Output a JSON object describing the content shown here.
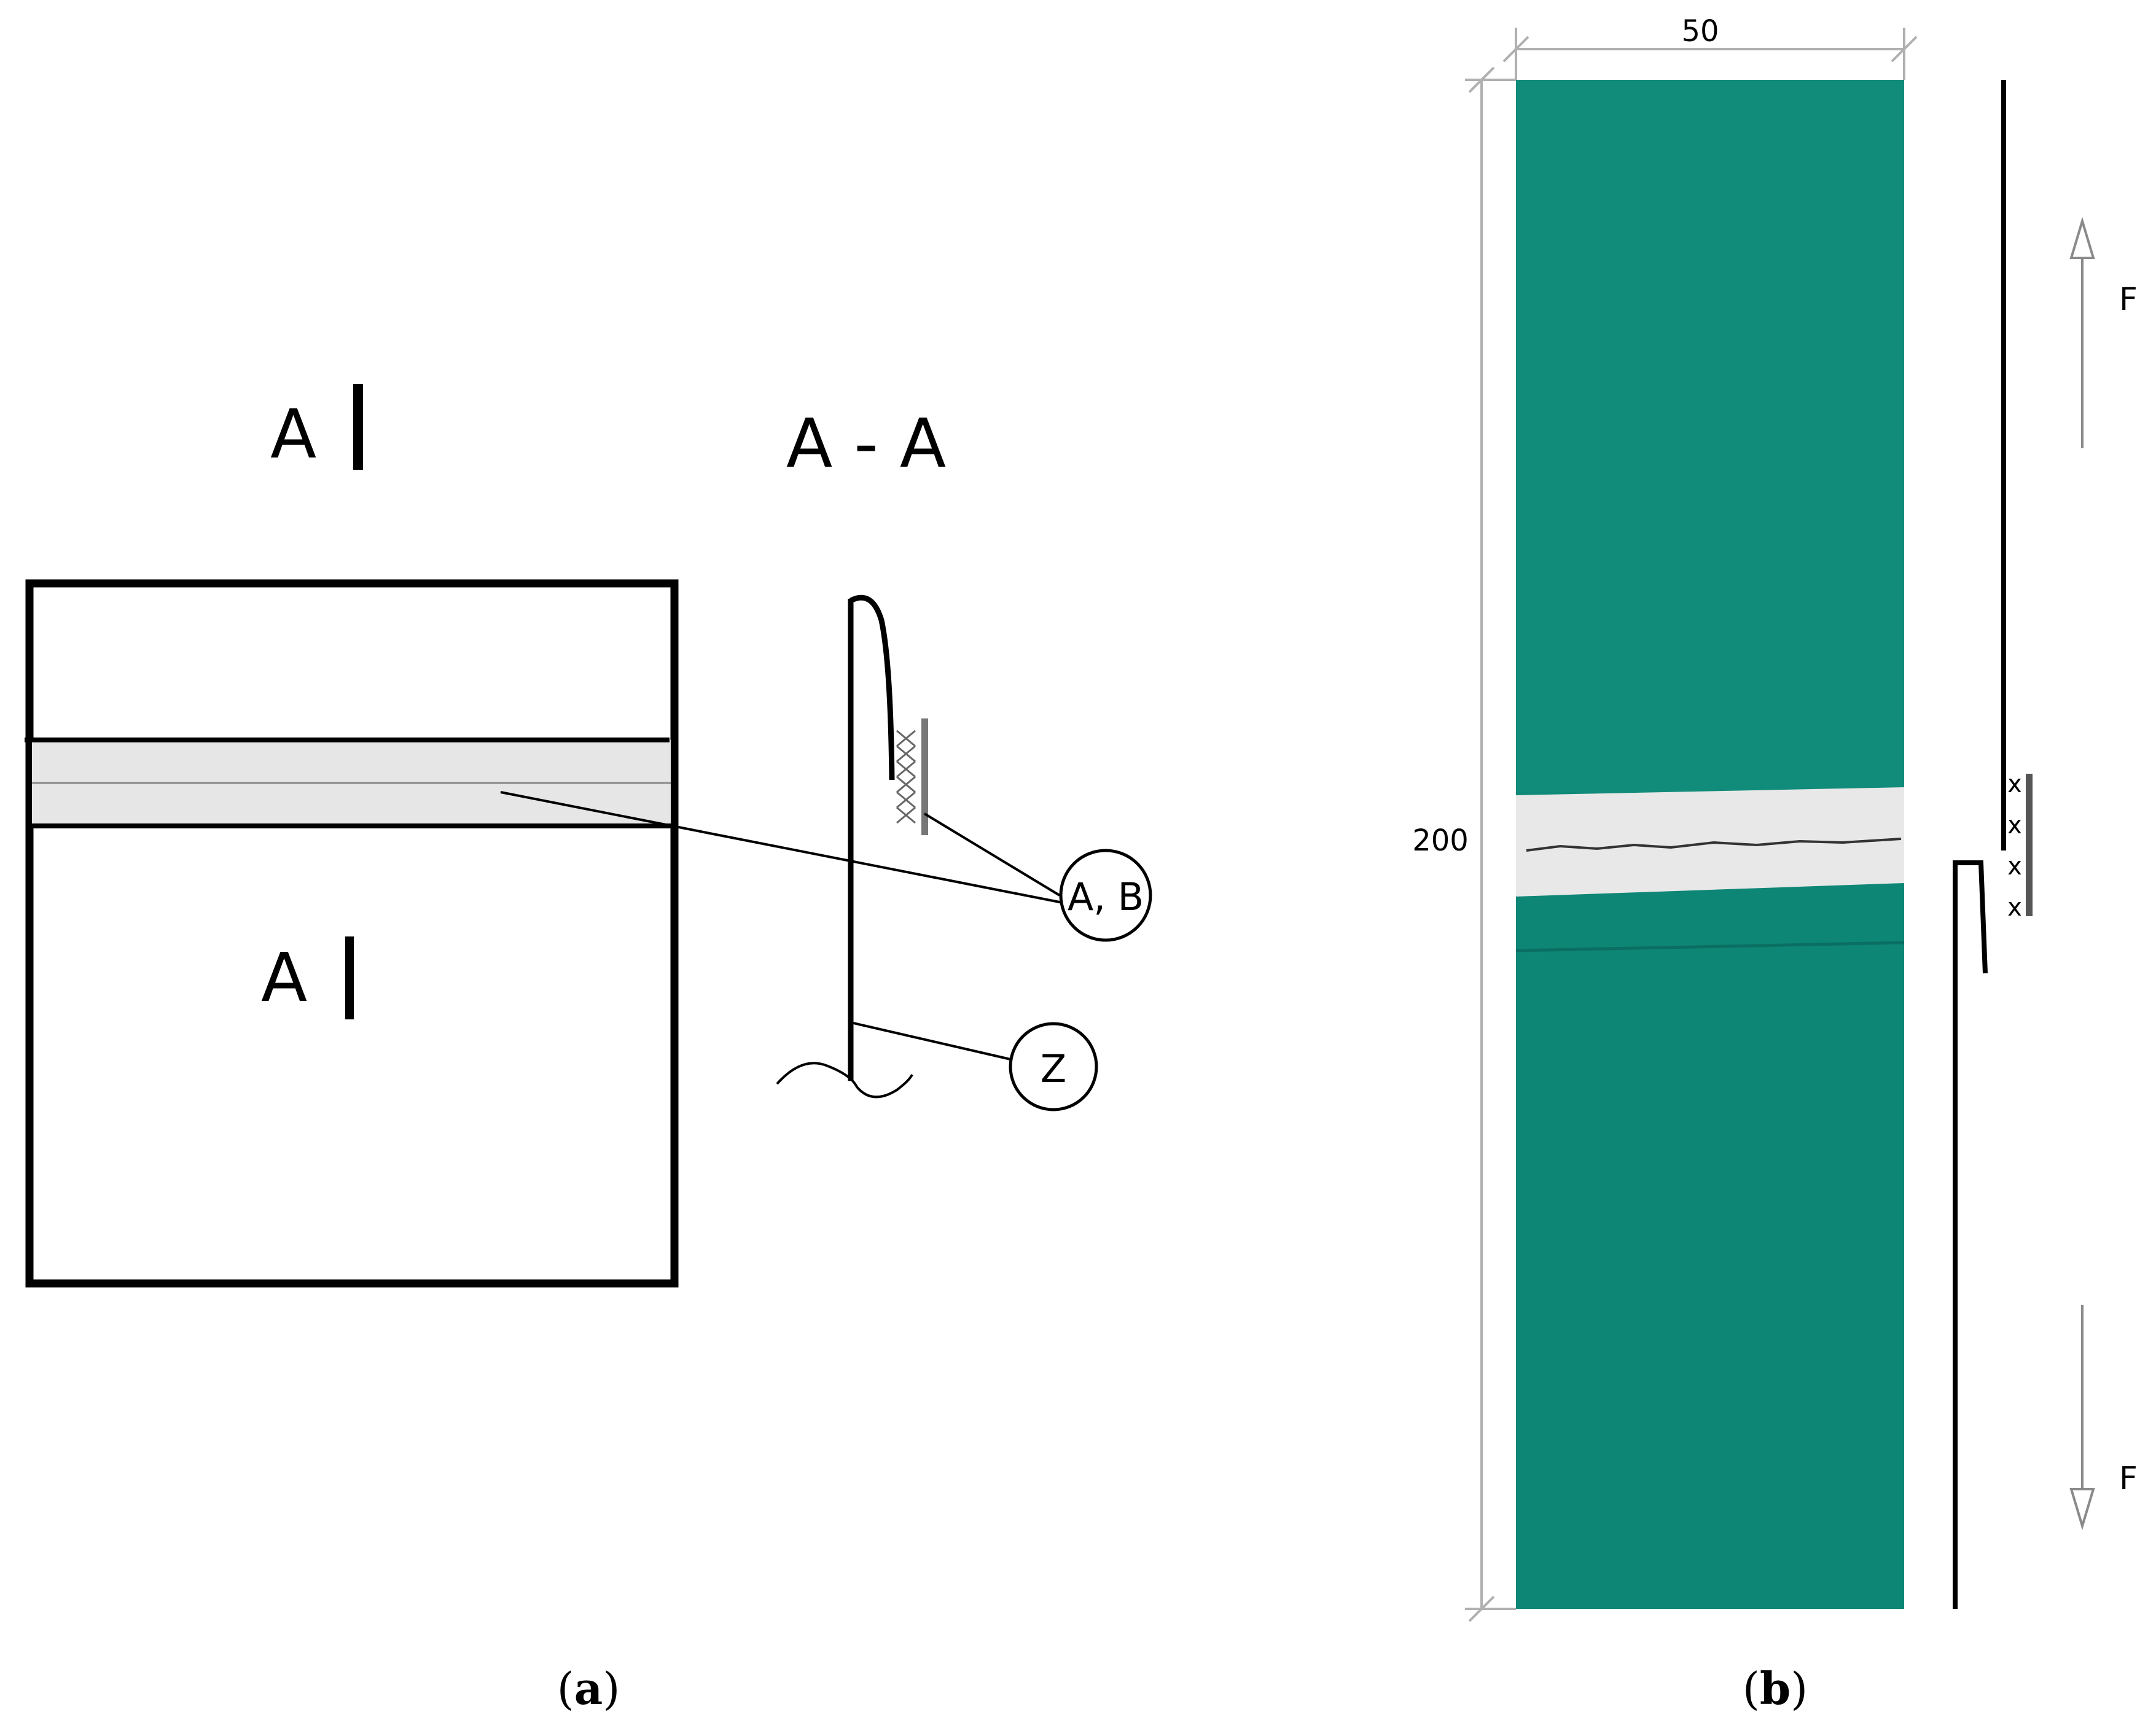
{
  "panel_a": {
    "section_label_top": "A",
    "section_label_bottom": "A",
    "section_title": "A - A",
    "callout_ab": "A, B",
    "callout_z": "Z",
    "caption_open": "(",
    "caption_letter": "a",
    "caption_close": ")"
  },
  "panel_b": {
    "dimension_width": "50",
    "dimension_height": "200",
    "force_top": "F",
    "force_bottom": "F",
    "seam_marks": [
      "x",
      "x",
      "x",
      "x"
    ],
    "caption_open": "(",
    "caption_letter": "b",
    "caption_close": ")"
  },
  "colors": {
    "fabric": "#0f8a78",
    "tape": "#e6e6e6",
    "line": "#000000",
    "dimension_line": "#b0b0b0",
    "arrow": "#8a8a8a"
  }
}
